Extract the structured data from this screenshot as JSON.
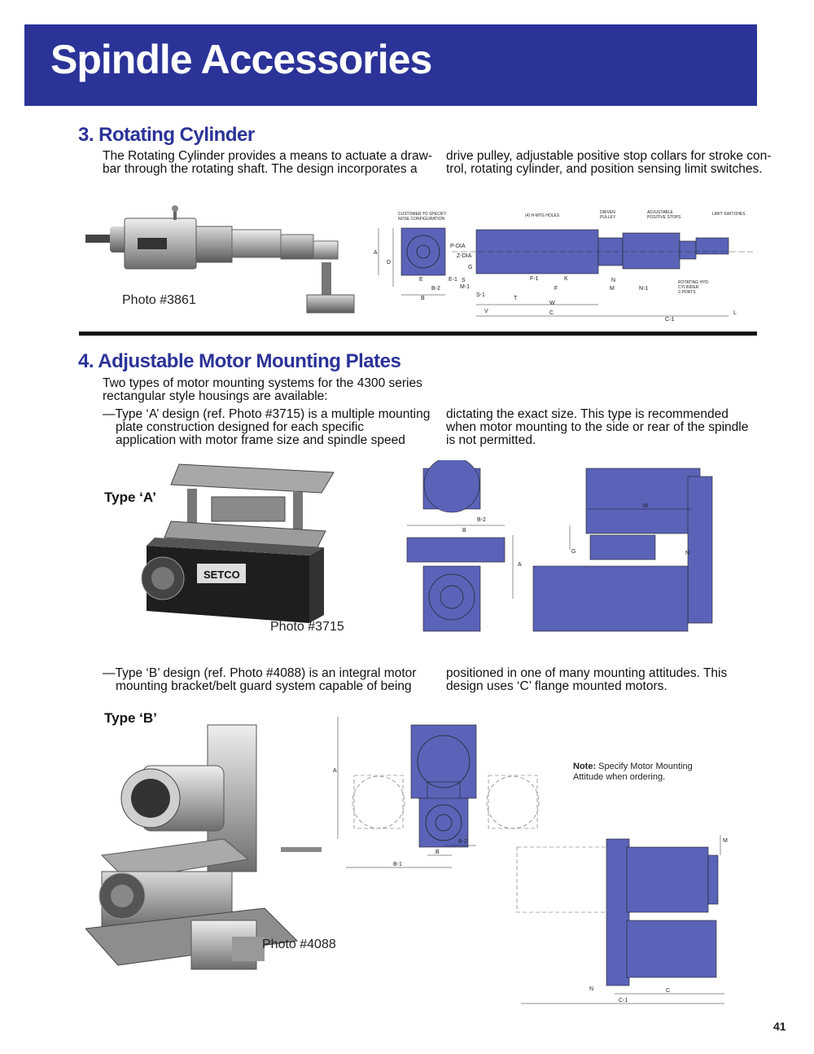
{
  "header": {
    "title": "Spindle Accessories",
    "page_number": "41"
  },
  "section3": {
    "heading": "3. Rotating Cylinder",
    "col1_line1": "The Rotating Cylinder provides a means to actuate a draw-",
    "col1_line2": "bar through the rotating shaft. The design incorporates a",
    "col2_line1": "drive pulley, adjustable positive stop collars for stroke con-",
    "col2_line2": "trol, rotating cylinder, and position sensing limit switches.",
    "photo_caption": "Photo #3861",
    "drawing_labels": {
      "nose": "CUSTOMER TO SPECIFY",
      "nose2": "NOSE CONFIGURATION",
      "holes": "(4) H-MTG HOLES",
      "pulley": "DRIVEN",
      "pulley2": "PULLEY",
      "stops": "ADJUSTABLE",
      "stops2": "POSITIVE STOPS",
      "switches": "LIMIT SWITCHES",
      "cylinder": "ROTATING HYD.",
      "cylinder2": "CYLINDER",
      "ports": "2-PORTS",
      "dims": [
        "A",
        "D",
        "E",
        "E-1",
        "B-2",
        "B",
        "S",
        "M-1",
        "S-1",
        "V",
        "T",
        "W",
        "C",
        "F-1",
        "K",
        "F",
        "N",
        "M",
        "N-1",
        "C-1",
        "L",
        "P-DIA",
        "Z-DIA",
        "G"
      ]
    }
  },
  "section4": {
    "heading": "4. Adjustable Motor Mounting Plates",
    "intro_line1": "Two types of motor mounting systems for the 4300 series",
    "intro_line2": "rectangular style housings are available:",
    "typeA_col1_line1": "—Type ‘A’ design (ref. Photo #3715) is a multiple mounting",
    "typeA_col1_line2": "plate construction designed for each specific",
    "typeA_col1_line3": "application with motor frame size and spindle speed",
    "typeA_col2_line1": "dictating the exact size. This type is recommended",
    "typeA_col2_line2": "when motor mounting to the side or rear of the spindle",
    "typeA_col2_line3": "is not permitted.",
    "typeA_label": "Type ‘A’",
    "typeA_caption": "Photo #3715",
    "typeA_dims": [
      "B",
      "B-2",
      "A",
      "M",
      "G",
      "N"
    ],
    "typeB_col1_line1": "—Type ‘B’ design (ref. Photo #4088) is an integral motor",
    "typeB_col1_line2": "mounting bracket/belt guard system capable of being",
    "typeB_col2_line1": "positioned in one of many mounting attitudes. This",
    "typeB_col2_line2": "design uses ‘C’ flange mounted motors.",
    "typeB_label": "Type ‘B’",
    "typeB_caption": "Photo #4088",
    "typeB_dims": [
      "A",
      "B-2",
      "B",
      "B-1",
      "M",
      "N",
      "C",
      "C-1"
    ],
    "note_label": "Note:",
    "note_text": " Specify Motor Mounting Attitude when ordering.",
    "logo_text": "SETCO"
  },
  "colors": {
    "brand_blue": "#2b3398",
    "drawing_blue": "#5a63b8",
    "heading_blue": "#2b3398"
  }
}
